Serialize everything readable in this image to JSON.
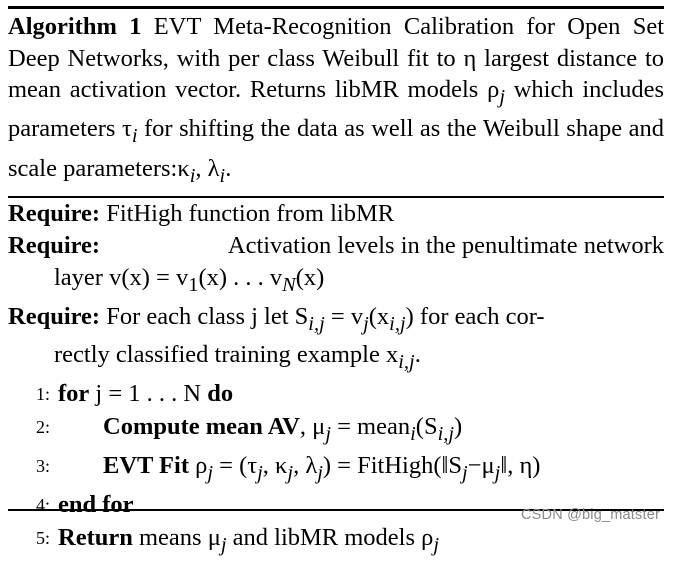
{
  "algorithm": {
    "label": "Algorithm 1",
    "caption_rest": "EVT Meta-Recognition Calibration for Open Set Deep Networks, with per class Weibull fit to η largest distance to mean activation vector. Returns libMR models ρ",
    "caption_j": "j",
    "caption_tail_1": " which includes parameters τ",
    "caption_i": "i",
    "caption_tail_2": " for shifting the data as well as the Weibull shape and scale parameters:κ",
    "caption_tail_3": ", λ",
    "caption_end": "."
  },
  "requires": [
    {
      "keyword": "Require:",
      "text": "FitHigh function from libMR"
    },
    {
      "keyword": "Require:",
      "text_1": "Activation levels in the penultimate network",
      "text_2": "layer v(x) = v",
      "text_3": "(x) . . . v",
      "text_4": "(x)",
      "sub_1": "1",
      "sub_2": "N"
    },
    {
      "keyword": "Require:",
      "text_1": "For each class j let S",
      "sub_1": "i,j",
      "text_2": " = v",
      "sub_2": "j",
      "text_3": "(x",
      "sub_3": "i,j",
      "text_4": ") for each cor-",
      "text_5": "rectly classified training example x",
      "sub_5": "i,j",
      "text_6": "."
    }
  ],
  "steps": [
    {
      "num": "1:",
      "kw": "for",
      "text": " j = 1 . . . N ",
      "kw2": "do"
    },
    {
      "num": "2:",
      "kw": "Compute mean AV",
      "text": ", μ",
      "sub": "j",
      "text2": " = mean",
      "sub2": "i",
      "text3": "(S",
      "sub3": "i,j",
      "text4": ")"
    },
    {
      "num": "3:",
      "kw": "EVT Fit",
      "text": " ρ",
      "sub": "j",
      "text2": " = (τ",
      "sub2": "j",
      "text3": ", κ",
      "sub3": "j",
      "text4": ", λ",
      "sub4": "j",
      "text5": ") = FitHigh(‖S",
      "sub5": "j",
      "text6": "−μ",
      "sub6": "j",
      "text7": "‖, η)"
    },
    {
      "num": "4:",
      "kw": "end for"
    },
    {
      "num": "5:",
      "kw": "Return",
      "text": " means μ",
      "sub": "j",
      "text2": " and libMR models ρ",
      "sub2": "j"
    }
  ],
  "watermark": "CSDN @big_matster"
}
